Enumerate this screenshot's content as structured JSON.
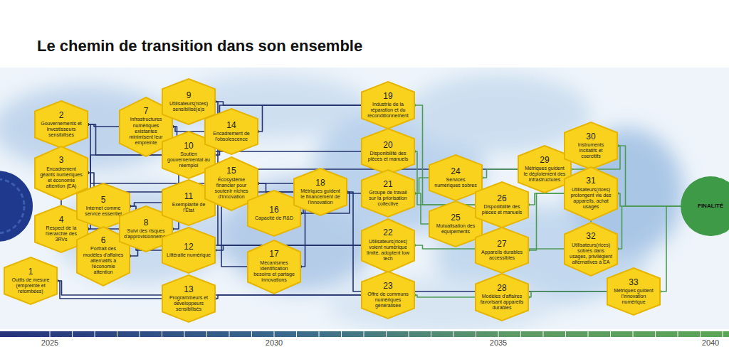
{
  "diagram": {
    "title": "Le chemin de transition dans son ensemble",
    "nodes": [
      {
        "text": [
          "1",
          "Outils de mesure (empreinte et retombées)"
        ]
      },
      {
        "text": [
          "2",
          "Gouvernements et investisseurs sensibilisés"
        ]
      },
      {
        "text": [
          "3",
          "Encadrement géants numériques et économie attention (EA)"
        ]
      },
      {
        "text": [
          "4",
          "Respect de la hiérarchie des 3RVs"
        ]
      },
      {
        "text": [
          "5",
          "Internet comme service essentiel"
        ]
      },
      {
        "text": [
          "6",
          "Portrait des modèles d'affaires alternatifs à l'économie attention"
        ]
      },
      {
        "text": [
          "7",
          "Infrastructures numériques existantes minimisent leur empreinte"
        ]
      },
      {
        "text": [
          "8",
          "Suivi des risques d'approvisionnement"
        ]
      },
      {
        "text": [
          "9",
          "Utilisateurs(rices) sensibilisé(e)s"
        ]
      },
      {
        "text": [
          "10",
          "Soutien gouvernemental au réemploi"
        ]
      },
      {
        "text": [
          "11",
          "Exemplarité de l'État"
        ]
      },
      {
        "text": [
          "12",
          "Littératie numérique"
        ]
      },
      {
        "text": [
          "13",
          "Programmeurs et développeurs sensibilisés"
        ]
      },
      {
        "text": [
          "14",
          "Encadrement de l'obsolescence"
        ]
      },
      {
        "text": [
          "15",
          "Écosystème financier pour soutenir niches d'innovation"
        ]
      },
      {
        "text": [
          "16",
          "Capacité de R&D"
        ]
      },
      {
        "text": [
          "17",
          "Mécanismes identification besoins et partage innovations"
        ]
      },
      {
        "text": [
          "18",
          "Métriques guident le financement de l'innovation"
        ]
      },
      {
        "text": [
          "19",
          "Industrie de la réparation et du reconditionnement"
        ]
      },
      {
        "text": [
          "20",
          "Disponibilité des pièces et manuels"
        ]
      },
      {
        "text": [
          "21",
          "Groupe de travail sur la priorisation collective"
        ]
      },
      {
        "text": [
          "22",
          "Utilisateurs(rices) voient numérique limité, adoptent low tech"
        ]
      },
      {
        "text": [
          "23",
          "Offre de communs numériques généralisée"
        ]
      },
      {
        "text": [
          "24",
          "Services numériques sobres"
        ]
      },
      {
        "text": [
          "25",
          "Mutualisation des équipements"
        ]
      },
      {
        "text": [
          "26",
          "Disponibilité des pièces et manuels"
        ]
      },
      {
        "text": [
          "27",
          "Appareils durables accessibles"
        ]
      },
      {
        "text": [
          "28",
          "Modèles d'affaires favorisant appareils durables"
        ]
      },
      {
        "text": [
          "29",
          "Métriques guident le déploiement des infrastructures"
        ]
      },
      {
        "text": [
          "30",
          "Instruments incitatifs et coercitifs"
        ]
      },
      {
        "text": [
          "31",
          "Utilisateurs(rices) prolongent vie des appareils, achat usagés"
        ]
      },
      {
        "text": [
          "32",
          "Utilisateurs(rices) sobres dans usages, privilégient alternatives à EA"
        ]
      },
      {
        "text": [
          "33",
          "Métriques guident l'innovation numérique"
        ]
      },
      {
        "text": [
          "FINALITÉ"
        ]
      }
    ],
    "edges": [
      {
        "from": 0,
        "to": 12,
        "arrow": "none"
      },
      {
        "from": 0,
        "to": 22,
        "arrow": "none"
      },
      {
        "from": 1,
        "to": 6,
        "arrow": "none"
      },
      {
        "from": 1,
        "to": 9,
        "arrow": "none"
      },
      {
        "from": 1,
        "to": 14,
        "arrow": "none"
      },
      {
        "from": 2,
        "to": 5,
        "arrow": "none"
      },
      {
        "from": 2,
        "to": 17,
        "arrow": "none"
      },
      {
        "from": 3,
        "to": 7,
        "arrow": "none"
      },
      {
        "from": 3,
        "to": 9,
        "arrow": "none"
      },
      {
        "from": 4,
        "to": 10,
        "arrow": "none"
      },
      {
        "from": 4,
        "to": 11,
        "arrow": "none"
      },
      {
        "from": 5,
        "to": 21,
        "arrow": "none"
      },
      {
        "from": 6,
        "to": 13,
        "arrow": "none"
      },
      {
        "from": 6,
        "to": 28,
        "arrow": "none"
      },
      {
        "from": 7,
        "to": 19,
        "arrow": "none"
      },
      {
        "from": 8,
        "to": 18,
        "arrow": "none"
      },
      {
        "from": 8,
        "to": 21,
        "arrow": "none"
      },
      {
        "from": 9,
        "to": 18,
        "arrow": "none"
      },
      {
        "from": 10,
        "to": 16,
        "arrow": "none"
      },
      {
        "from": 11,
        "to": 21,
        "arrow": "none"
      },
      {
        "from": 12,
        "to": 22,
        "arrow": "none"
      },
      {
        "from": 13,
        "to": 18,
        "arrow": "none"
      },
      {
        "from": 14,
        "to": 15,
        "arrow": "none"
      },
      {
        "from": 14,
        "to": 17,
        "arrow": "none"
      },
      {
        "from": 15,
        "to": 17,
        "arrow": "none"
      },
      {
        "from": 16,
        "to": 20,
        "arrow": "none"
      },
      {
        "from": 17,
        "to": 32,
        "arrow": "none"
      },
      {
        "from": 18,
        "to": 25,
        "arrow": "none"
      },
      {
        "from": 19,
        "to": 25,
        "arrow": "none"
      },
      {
        "from": 20,
        "to": 23,
        "arrow": "none"
      },
      {
        "from": 20,
        "to": 24,
        "arrow": "none"
      },
      {
        "from": 21,
        "to": 31,
        "arrow": "none"
      },
      {
        "from": 22,
        "to": 27,
        "arrow": "none"
      },
      {
        "from": 23,
        "to": 28,
        "arrow": "none"
      },
      {
        "from": 25,
        "to": 30,
        "arrow": "none"
      },
      {
        "from": 26,
        "to": 30,
        "arrow": "none"
      },
      {
        "from": 27,
        "to": 32,
        "arrow": "none"
      },
      {
        "from": 28,
        "to": 29,
        "arrow": "none"
      },
      {
        "from": 29,
        "to": 31,
        "arrow": "none"
      },
      {
        "from": 29,
        "to": 33,
        "arrow": "none"
      },
      {
        "from": 30,
        "to": 33,
        "arrow": "none"
      },
      {
        "from": 31,
        "to": 33,
        "arrow": "none"
      },
      {
        "from": 32,
        "to": 33,
        "arrow": "none"
      }
    ],
    "labels": [
      "2025",
      "2030",
      "2035",
      "2040"
    ]
  }
}
